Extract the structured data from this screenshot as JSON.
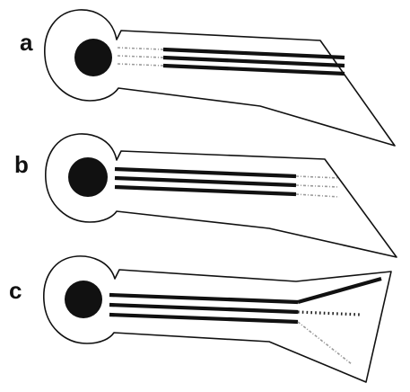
{
  "diagram": {
    "panels": [
      {
        "label": "a"
      },
      {
        "label": "b"
      },
      {
        "label": "c"
      }
    ]
  }
}
